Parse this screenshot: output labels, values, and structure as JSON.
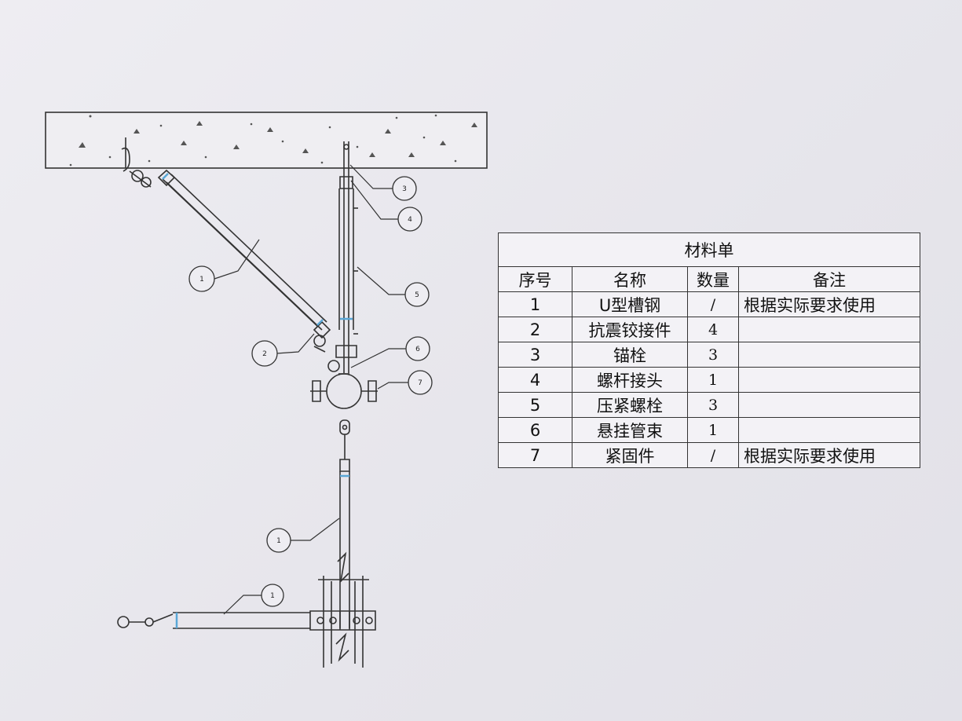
{
  "bom": {
    "title": "材料单",
    "headers": [
      "序号",
      "名称",
      "数量",
      "备注"
    ],
    "rows": [
      {
        "no": "1",
        "name": "U型槽钢",
        "qty": "/",
        "note": "根据实际要求使用"
      },
      {
        "no": "2",
        "name": "抗震铰接件",
        "qty": "4",
        "note": ""
      },
      {
        "no": "3",
        "name": "锚栓",
        "qty": "3",
        "note": ""
      },
      {
        "no": "4",
        "name": "螺杆接头",
        "qty": "1",
        "note": ""
      },
      {
        "no": "5",
        "name": "压紧螺栓",
        "qty": "3",
        "note": ""
      },
      {
        "no": "6",
        "name": "悬挂管束",
        "qty": "1",
        "note": ""
      },
      {
        "no": "7",
        "name": "紧固件",
        "qty": "/",
        "note": "根据实际要求使用"
      }
    ]
  },
  "callouts": [
    "1",
    "2",
    "3",
    "4",
    "5",
    "6",
    "7",
    "1",
    "1"
  ],
  "colors": {
    "line": "#333333",
    "accent": "#5aa7d6"
  }
}
